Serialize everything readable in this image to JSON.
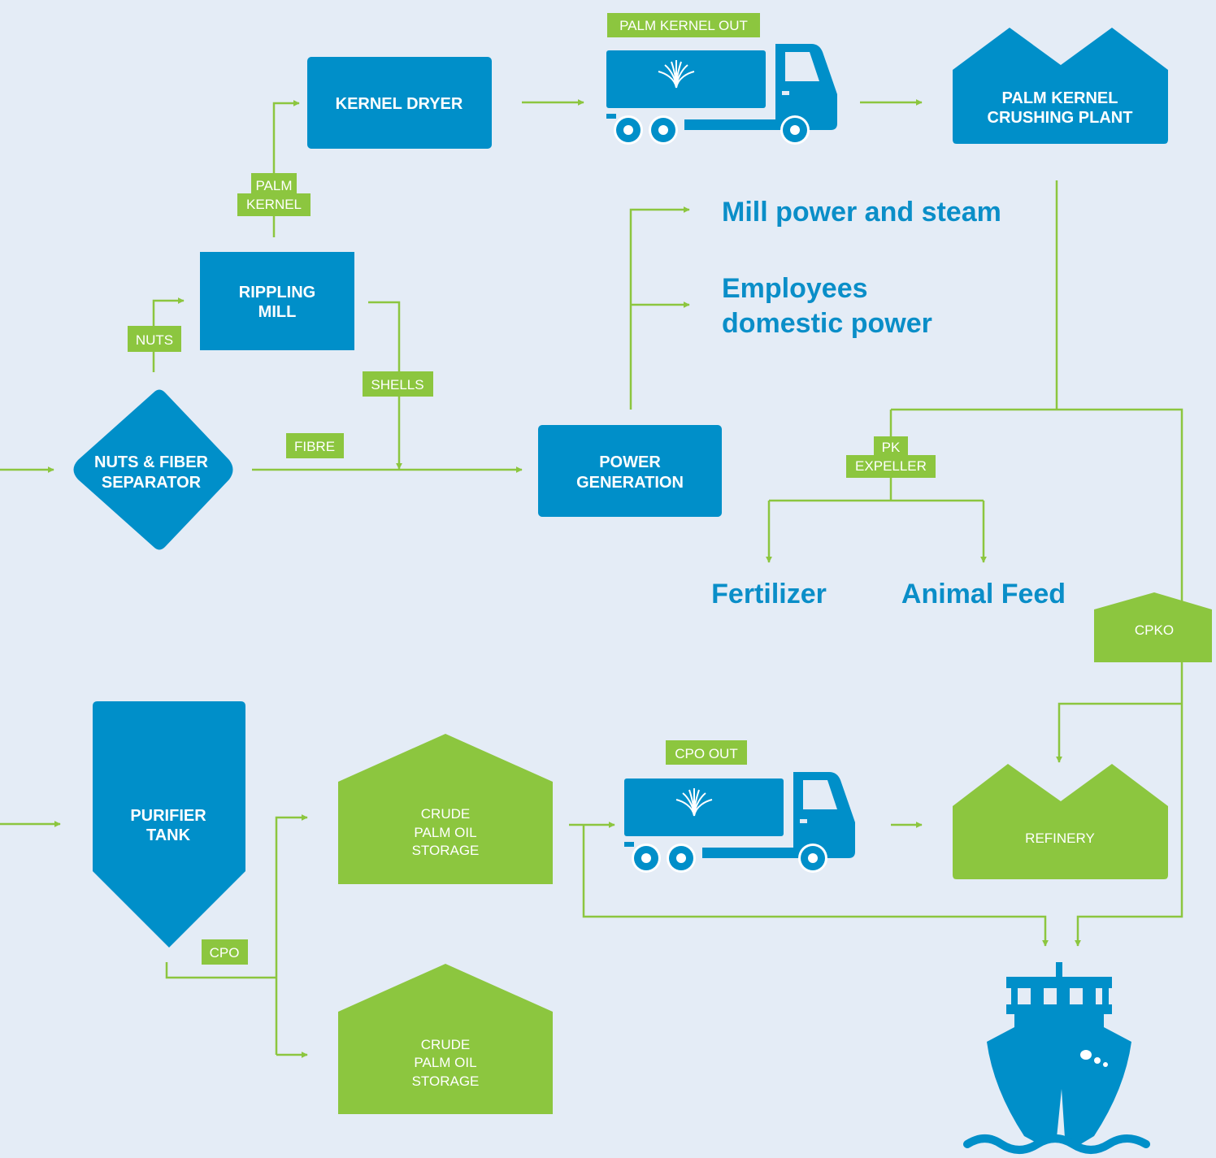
{
  "nodes": {
    "kernel_dryer": "KERNEL DRYER",
    "crushing_plant": [
      "PALM KERNEL",
      "CRUSHING PLANT"
    ],
    "rippling_mill": [
      "RIPPLING",
      "MILL"
    ],
    "separator": [
      "NUTS & FIBER",
      "SEPARATOR"
    ],
    "power_generation": [
      "POWER",
      "GENERATION"
    ],
    "purifier_tank": [
      "PURIFIER",
      "TANK"
    ],
    "storage_1": [
      "CRUDE",
      "PALM OIL",
      "STORAGE"
    ],
    "storage_2": [
      "CRUDE",
      "PALM OIL",
      "STORAGE"
    ],
    "refinery": "REFINERY"
  },
  "labels": {
    "palm_kernel_out": "PALM KERNEL OUT",
    "palm_kernel": [
      "PALM",
      "KERNEL"
    ],
    "nuts": "NUTS",
    "shells": "SHELLS",
    "fibre": "FIBRE",
    "pk_expeller": [
      "PK",
      "EXPELLER"
    ],
    "cpko": "CPKO",
    "cpo_out": "CPO OUT",
    "cpo": "CPO"
  },
  "outputs": {
    "mill_power": "Mill power and steam",
    "employees": [
      "Employees",
      "domestic power"
    ],
    "fertilizer": "Fertilizer",
    "animal_feed": "Animal Feed"
  },
  "colors": {
    "blue": "#008fc9",
    "green": "#8cc63f",
    "background": "#e4ecf6",
    "text_blue": "#0a8ec8"
  },
  "icons": [
    "truck-icon",
    "palm-tree-logo-icon",
    "ship-icon",
    "factory-icon",
    "warehouse-icon"
  ]
}
